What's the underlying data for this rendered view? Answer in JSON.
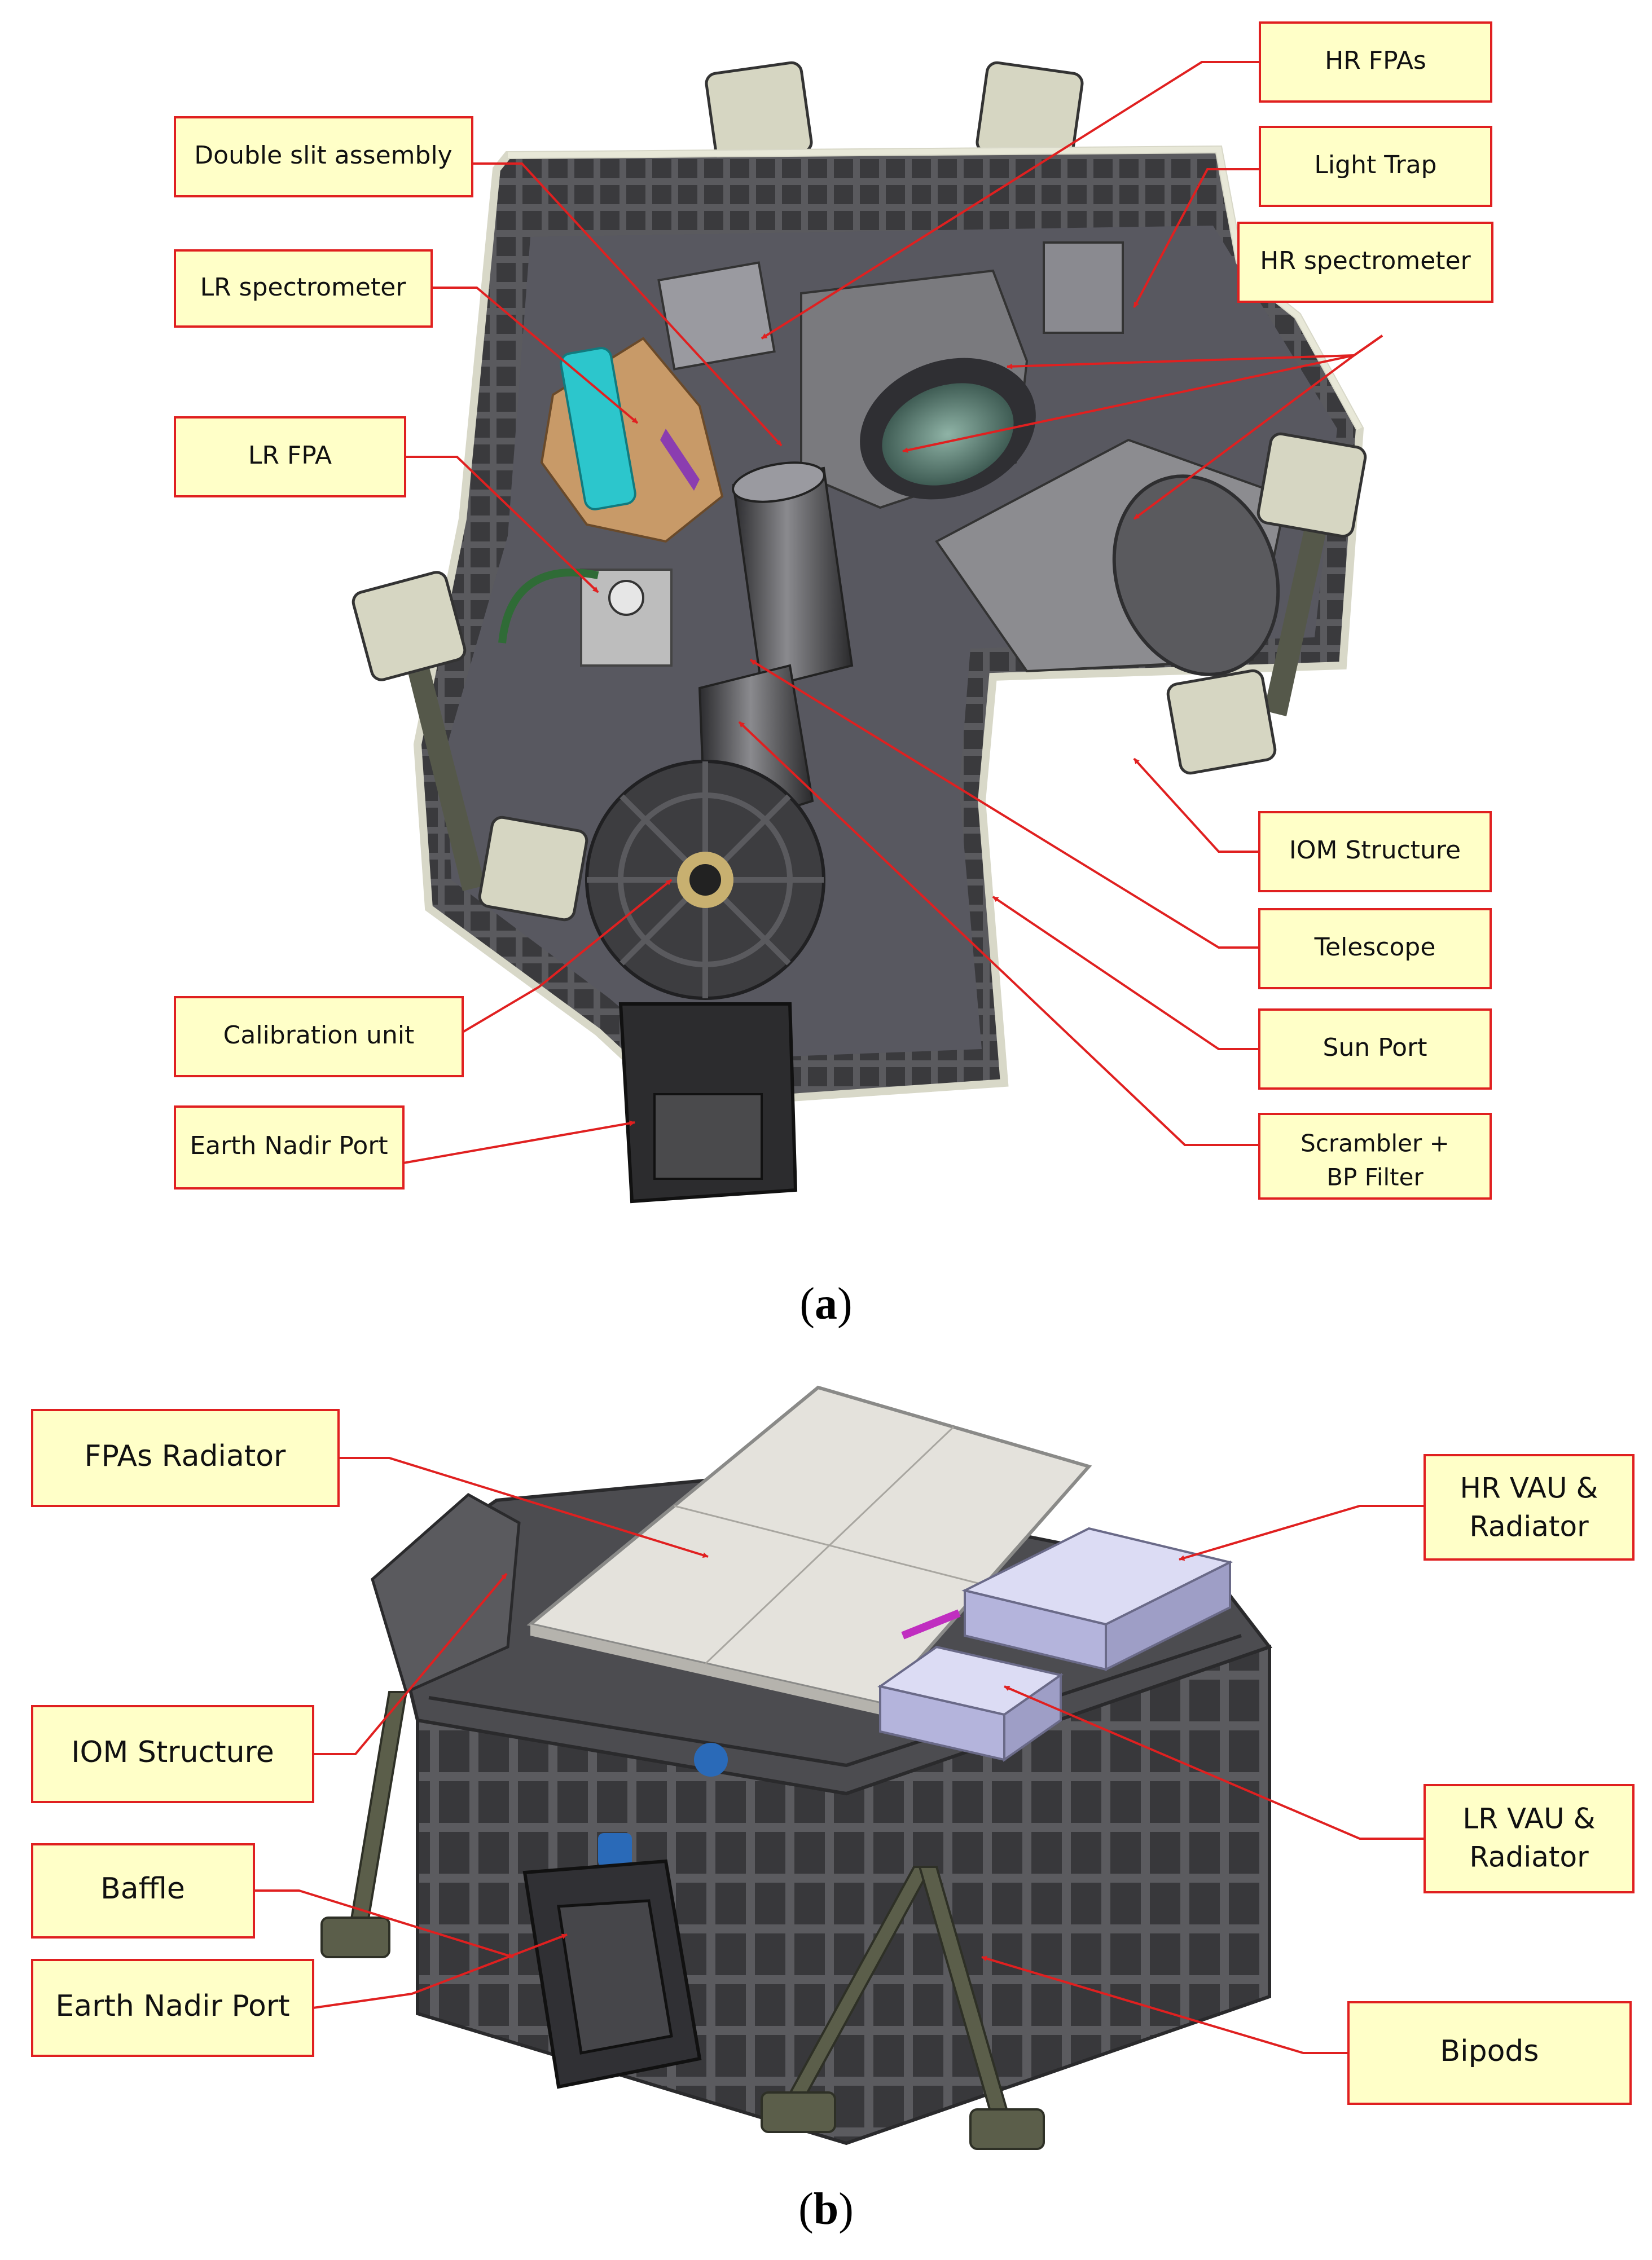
{
  "colors": {
    "callout_fill": "#FFFFC8",
    "callout_border": "#E02020",
    "leader_line": "#E02020",
    "structure_dark": "#4A4A4C",
    "structure_mid": "#6E6E72",
    "structure_light": "#D8D8C8",
    "radiator": "#E4E2DC",
    "vau_box": "#C9C9EE",
    "lr_spectrometer": "#C89A68",
    "lr_fpa_bracket": "#2CC6CC",
    "purple_part": "#8B3DB0",
    "green_cable": "#2F6B36",
    "bipod": "#5B5E4A"
  },
  "panel_a": {
    "label_open": "(",
    "label_letter": "a",
    "label_close": ")",
    "callouts": [
      {
        "id": "double-slit-assembly",
        "text": "Double slit assembly"
      },
      {
        "id": "lr-spectrometer",
        "text": "LR spectrometer"
      },
      {
        "id": "lr-fpa",
        "text": "LR FPA"
      },
      {
        "id": "calibration-unit",
        "text": "Calibration unit"
      },
      {
        "id": "earth-nadir-port",
        "text": "Earth Nadir Port"
      },
      {
        "id": "hr-fpas",
        "text": "HR FPAs"
      },
      {
        "id": "light-trap",
        "text": "Light Trap"
      },
      {
        "id": "hr-spectrometer",
        "text": "HR spectrometer"
      },
      {
        "id": "iom-structure",
        "text": "IOM Structure"
      },
      {
        "id": "telescope",
        "text": "Telescope"
      },
      {
        "id": "sun-port",
        "text": "Sun Port"
      },
      {
        "id": "scrambler-bp-filter",
        "text": "Scrambler +",
        "text2": "BP Filter"
      }
    ]
  },
  "panel_b": {
    "label_open": "(",
    "label_letter": "b",
    "label_close": ")",
    "callouts": [
      {
        "id": "fpas-radiator",
        "text": "FPAs Radiator"
      },
      {
        "id": "iom-structure-b",
        "text": "IOM Structure"
      },
      {
        "id": "baffle",
        "text": "Baffle"
      },
      {
        "id": "earth-nadir-port-b",
        "text": "Earth Nadir Port"
      },
      {
        "id": "hr-vau-radiator",
        "text": "HR VAU &",
        "text2": "Radiator"
      },
      {
        "id": "lr-vau-radiator",
        "text": "LR VAU &",
        "text2": "Radiator"
      },
      {
        "id": "bipods",
        "text": "Bipods"
      }
    ]
  }
}
